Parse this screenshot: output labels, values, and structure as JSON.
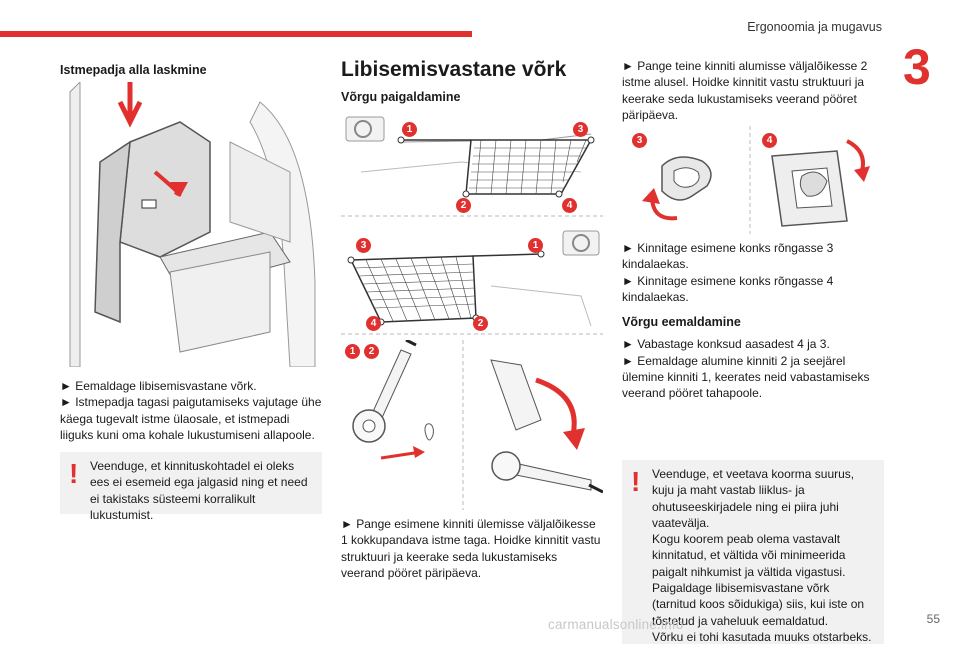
{
  "header": {
    "chapter_title": "Ergonoomia ja mugavus",
    "chapter_number": "3"
  },
  "left": {
    "heading": "Istmepadja alla laskmine",
    "step1": "► Eemaldage libisemisvastane võrk.",
    "step2": "► Istmepadja tagasi paigutamiseks vajutage ühe käega tugevalt istme ülaosale, et istmepadi liiguks kuni oma kohale lukustumiseni allapoole.",
    "warning": "Veenduge, et kinnituskohtadel ei oleks ees ei esemeid ega jalgasid ning et need ei takistaks süsteemi korralikult lukustumist."
  },
  "middle": {
    "title": "Libisemisvastane võrk",
    "subheading": "Võrgu paigaldamine",
    "badges": {
      "b1": "1",
      "b2": "2",
      "b3": "3",
      "b4": "4"
    },
    "step": "► Pange esimene kinniti ülemisse väljalõikesse 1 kokkupandava istme taga. Hoidke kinnitit vastu struktuuri ja keerake seda lukustamiseks veerand pööret päripäeva."
  },
  "right": {
    "step_top": "► Pange teine kinniti alumisse väljalõikesse 2 istme alusel. Hoidke kinnitit vastu struktuuri ja keerake seda lukustamiseks veerand pööret päripäeva.",
    "step_hook3": "► Kinnitage esimene konks rõngasse 3 kindalaekas.",
    "step_hook4": "► Kinnitage esimene konks rõngasse 4 kindalaekas.",
    "subheading": "Võrgu eemaldamine",
    "remove1": "► Vabastage konksud aasadest 4 ja 3.",
    "remove2": "► Eemaldage alumine kinniti 2 ja seejärel ülemine kinniti 1, keerates neid vabastamiseks veerand pööret tahapoole.",
    "warning": "Veenduge, et veetava koorma suurus, kuju ja maht vastab liiklus- ja ohutuseeskirjadele ning ei piira juhi vaatevälja.\nKogu koorem peab olema vastavalt kinnitatud, et vältida või minimeerida paigalt nihkumist ja vältida vigastusi.\nPaigaldage libisemisvastane võrk (tarnitud koos sõidukiga) siis, kui iste on tõstetud ja vaheluuk eemaldatud.\nVõrku ei tohi kasutada muuks otstarbeks."
  },
  "footer": {
    "page_number": "55",
    "watermark": "carmanualsonline.info"
  },
  "colors": {
    "accent": "#e1312f",
    "warning_bg": "#f1f1f1"
  }
}
